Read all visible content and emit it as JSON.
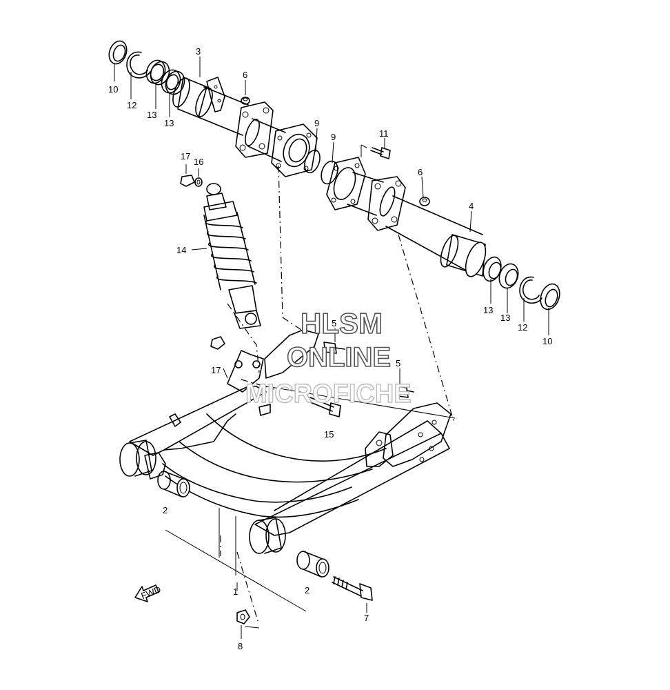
{
  "watermark": {
    "line1": "HLSM",
    "line2": "ONLINE",
    "line3": "MICROFICHE"
  },
  "fwd_arrow": {
    "label": "FWD"
  },
  "callouts": {
    "c10a": "10",
    "c12a": "12",
    "c13a": "13",
    "c13b": "13",
    "c3": "3",
    "c6a": "6",
    "c9a": "9",
    "c9b": "9",
    "c11": "11",
    "c6b": "6",
    "c4": "4",
    "c17a": "17",
    "c16": "16",
    "c14": "14",
    "c13c": "13",
    "c13d": "13",
    "c12b": "12",
    "c10b": "10",
    "c5a": "5",
    "c5b": "5",
    "c17b": "17",
    "c15": "15",
    "c2a": "2",
    "c2b": "2",
    "c1": "1",
    "c7": "7",
    "c8": "8"
  },
  "colors": {
    "line": "#000000",
    "background": "#ffffff",
    "watermark_outline": "#555555",
    "watermark_faint": "#bbbbbb"
  }
}
